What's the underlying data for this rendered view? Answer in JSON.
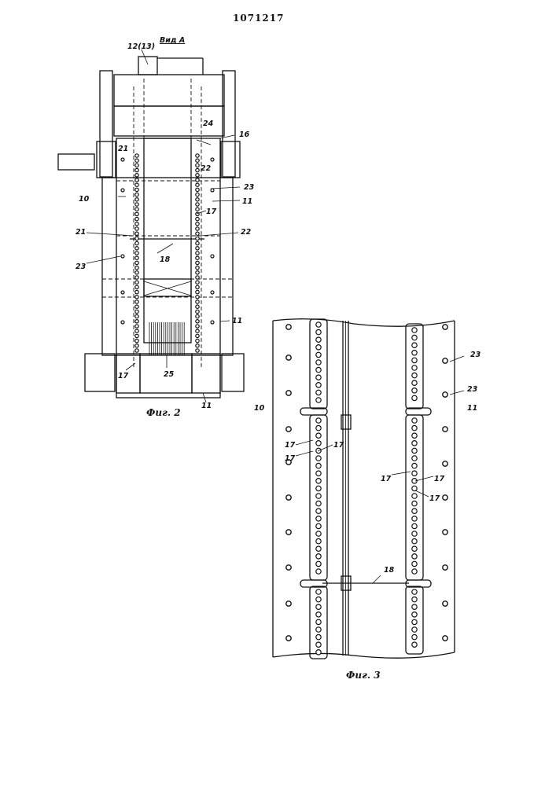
{
  "header": {
    "patent_number": "1071217"
  },
  "figure2": {
    "caption": "Фиг. 2",
    "view_label": "Вид А",
    "labels": {
      "l12": "12(13)",
      "l24": "24",
      "l16": "16",
      "l21a": "21",
      "l22a": "22",
      "l23a": "23",
      "l10": "10",
      "l17a": "17",
      "l11a": "11",
      "l21b": "21",
      "l22b": "22",
      "l18": "18",
      "l23b": "23",
      "l11b": "11",
      "l17b": "17",
      "l25": "25",
      "l11c": "11"
    }
  },
  "figure3": {
    "caption": "Фиг. 3",
    "labels": {
      "l23a": "23",
      "l23b": "23",
      "l10": "10",
      "l11": "11",
      "l17a": "17",
      "l17b": "17",
      "l17c": "17",
      "l17d": "17",
      "l17e": "17",
      "l17f": "17",
      "l18": "18"
    }
  }
}
